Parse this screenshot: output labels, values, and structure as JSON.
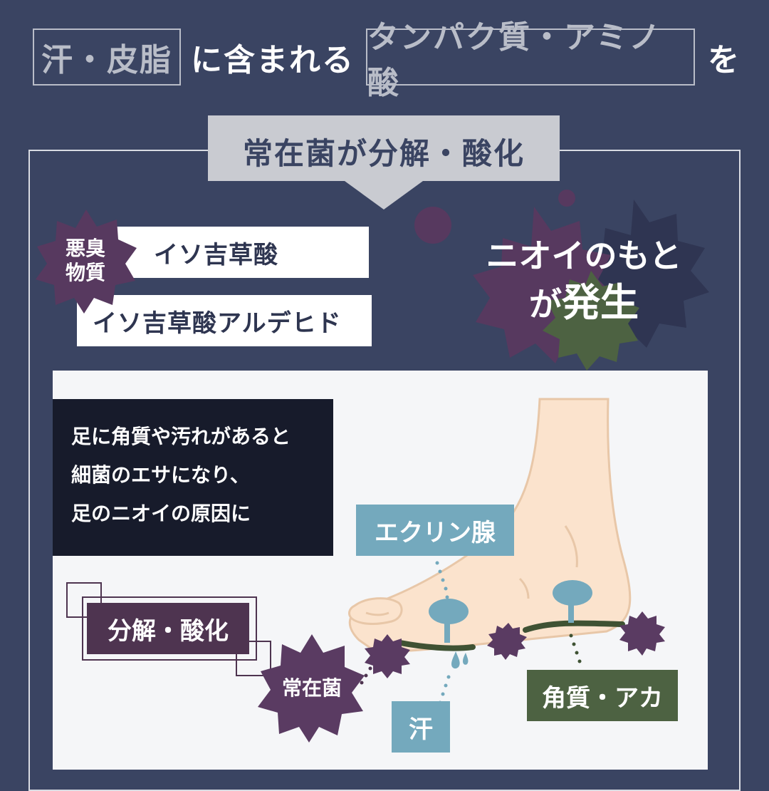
{
  "header": {
    "box1": "汗・皮脂",
    "text1": "に含まれる",
    "box2": "タンパク質・アミノ酸",
    "text2": "を"
  },
  "banner": {
    "label": "常在菌が分解・酸化"
  },
  "malodor": {
    "badge_line1": "悪臭",
    "badge_line2": "物質",
    "items": [
      "イソ吉草酸",
      "イソ吉草酸アルデヒド"
    ]
  },
  "smell": {
    "line1": "ニオイのもと",
    "line2_prefix": "が",
    "line2_emphasis": "発生"
  },
  "foot_panel": {
    "description_lines": [
      "足に角質や汚れがあると",
      "細菌のエサになり、",
      "足のニオイの原因に"
    ],
    "labels": {
      "eccrine": "エクリン腺",
      "decompose": "分解・酸化",
      "bacteria": "常在菌",
      "sweat": "汗",
      "keratin": "角質・アカ"
    }
  },
  "colors": {
    "background": "#3a4462",
    "banner": "#c9cbd1",
    "germ_purple": "#5a3b62",
    "germ_dark": "#2e3550",
    "germ_green": "#4d6242",
    "label_blue": "#74a9bd",
    "label_green": "#4d6242",
    "label_purple": "#4e3450",
    "skin": "#fbe3cd"
  }
}
